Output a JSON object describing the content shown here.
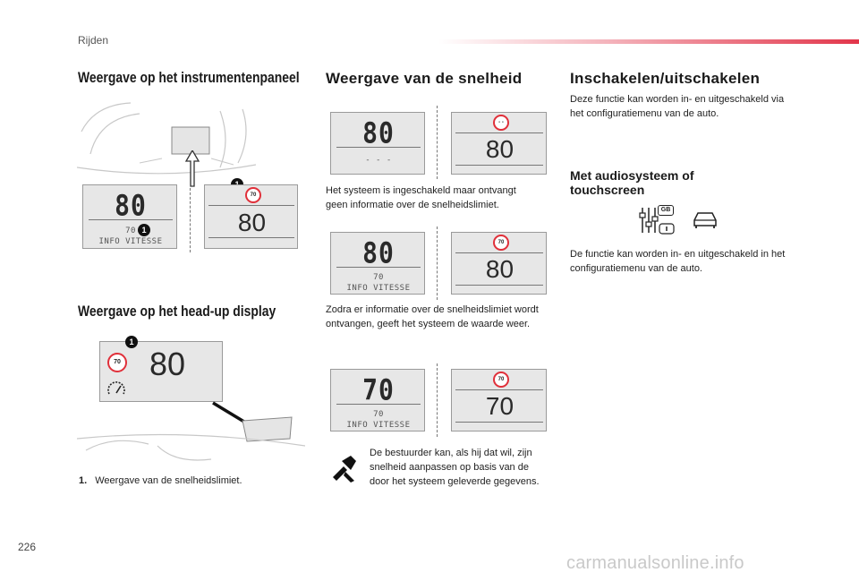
{
  "header": {
    "section": "Rijden"
  },
  "page": {
    "number": "226",
    "watermark": "carmanualsonline.info"
  },
  "col1": {
    "heading1": "Weergave op het instrumentenpaneel",
    "heading2": "Weergave op het head-up display",
    "panel_left": {
      "speed": "80",
      "limit": "70",
      "label": "INFO VITESSE"
    },
    "panel_right": {
      "sign": "70",
      "speed": "80"
    },
    "hud": {
      "sign": "70",
      "speed": "80"
    },
    "callout": "1",
    "legend": {
      "num": "1.",
      "text": "Weergave van de snelheidslimiet."
    }
  },
  "col2": {
    "heading": "Weergave van de snelheid",
    "row1": {
      "left_speed": "80",
      "left_small": "- - -",
      "right_sign": "- -",
      "right_speed": "80"
    },
    "text1": "Het systeem is ingeschakeld maar ontvangt geen informatie over de snelheidslimiet.",
    "row2": {
      "left_speed": "80",
      "left_limit": "70",
      "left_label": "INFO VITESSE",
      "right_sign": "70",
      "right_speed": "80"
    },
    "text2": "Zodra er informatie over de snelheidslimiet wordt ontvangen, geeft het systeem de waarde weer.",
    "row3": {
      "left_speed": "70",
      "left_limit": "70",
      "left_label": "INFO VITESSE",
      "right_sign": "70",
      "right_speed": "70"
    },
    "note": "De bestuurder kan, als hij dat wil, zijn snelheid aanpassen op basis van de door het systeem geleverde gegevens."
  },
  "col3": {
    "heading": "Inschakelen/uitschakelen",
    "text1": "Deze functie kan worden in- en uitgeschakeld via het configuratiemenu van de auto.",
    "subheading": "Met audiosysteem of touchscreen",
    "icon_badge": "GB",
    "text2": "De functie kan worden in- en uitgeschakeld in het configuratiemenu van de auto."
  }
}
